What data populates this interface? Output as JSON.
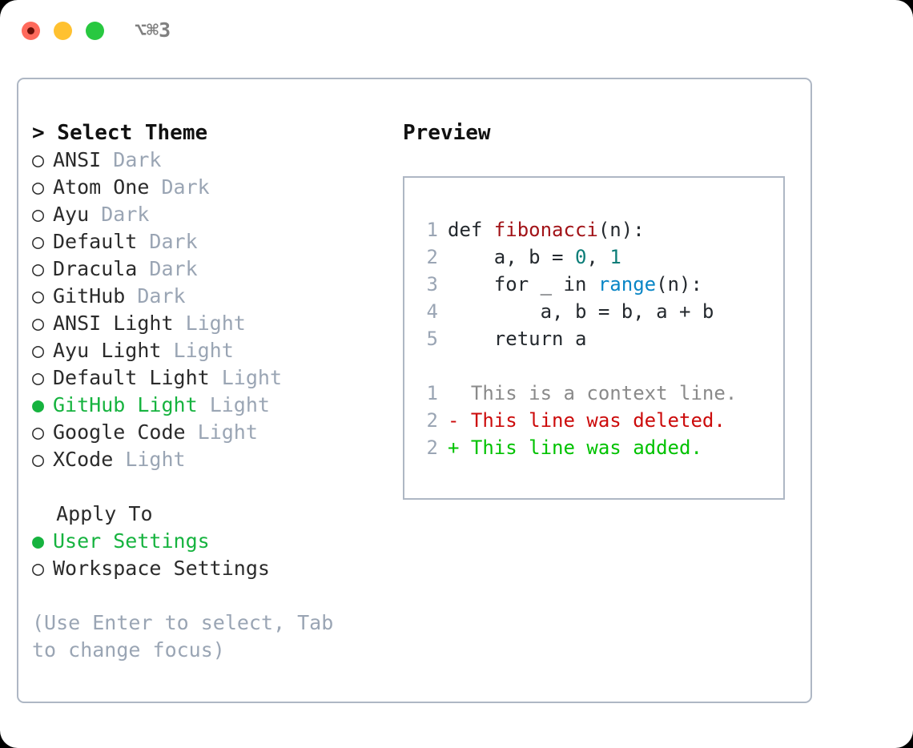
{
  "titlebar": {
    "shortcut": "⌥⌘3",
    "buttons": [
      {
        "name": "close",
        "color": "#ff6a5c"
      },
      {
        "name": "minimize",
        "color": "#ffc130"
      },
      {
        "name": "maximize",
        "color": "#28c840"
      }
    ]
  },
  "theme_picker": {
    "header": "> Select Theme",
    "items": [
      {
        "bullet": "○",
        "name": "ANSI",
        "tag": "Dark",
        "selected": false
      },
      {
        "bullet": "○",
        "name": "Atom One",
        "tag": "Dark",
        "selected": false
      },
      {
        "bullet": "○",
        "name": "Ayu",
        "tag": "Dark",
        "selected": false
      },
      {
        "bullet": "○",
        "name": "Default",
        "tag": "Dark",
        "selected": false
      },
      {
        "bullet": "○",
        "name": "Dracula",
        "tag": "Dark",
        "selected": false
      },
      {
        "bullet": "○",
        "name": "GitHub",
        "tag": "Dark",
        "selected": false
      },
      {
        "bullet": "○",
        "name": "ANSI Light",
        "tag": "Light",
        "selected": false
      },
      {
        "bullet": "○",
        "name": "Ayu Light",
        "tag": "Light",
        "selected": false
      },
      {
        "bullet": "○",
        "name": "Default Light",
        "tag": "Light",
        "selected": false
      },
      {
        "bullet": "●",
        "name": "GitHub Light",
        "tag": "Light",
        "selected": true
      },
      {
        "bullet": "○",
        "name": "Google Code",
        "tag": "Light",
        "selected": false
      },
      {
        "bullet": "○",
        "name": "XCode",
        "tag": "Light",
        "selected": false
      }
    ]
  },
  "apply_to": {
    "header": "  Apply To",
    "items": [
      {
        "bullet": "●",
        "name": "User Settings",
        "selected": true
      },
      {
        "bullet": "○",
        "name": "Workspace Settings",
        "selected": false
      }
    ]
  },
  "hint": "(Use Enter to select, Tab to change focus)",
  "preview": {
    "header": "Preview",
    "code_lines": [
      {
        "lineno": "1",
        "segments": [
          {
            "text": "def ",
            "type": "plain"
          },
          {
            "text": "fibonacci",
            "type": "fn"
          },
          {
            "text": "(n):",
            "type": "plain"
          }
        ]
      },
      {
        "lineno": "2",
        "segments": [
          {
            "text": "    a, b = ",
            "type": "plain"
          },
          {
            "text": "0",
            "type": "num"
          },
          {
            "text": ", ",
            "type": "plain"
          },
          {
            "text": "1",
            "type": "num"
          }
        ]
      },
      {
        "lineno": "3",
        "segments": [
          {
            "text": "    for _ in ",
            "type": "plain"
          },
          {
            "text": "range",
            "type": "call"
          },
          {
            "text": "(n):",
            "type": "plain"
          }
        ]
      },
      {
        "lineno": "4",
        "segments": [
          {
            "text": "        a, b = b, a + b",
            "type": "plain"
          }
        ]
      },
      {
        "lineno": "5",
        "segments": [
          {
            "text": "    return a",
            "type": "plain"
          }
        ]
      }
    ],
    "diff_lines": [
      {
        "lineno": "1",
        "marker": "  ",
        "text": "This is a context line.",
        "type": "context"
      },
      {
        "lineno": "2",
        "marker": "- ",
        "text": "This line was deleted.",
        "type": "del"
      },
      {
        "lineno": "2",
        "marker": "+ ",
        "text": "This line was added.",
        "type": "add"
      }
    ]
  },
  "colors": {
    "selected_green": "#16b33f",
    "muted_tag": "#9aa5b4",
    "border": "#aeb7c4",
    "diff_delete": "#cc0b0b",
    "diff_add": "#00c200",
    "syntax_function": "#a21318",
    "syntax_number": "#0c7d78",
    "syntax_call": "#0a86c6"
  }
}
